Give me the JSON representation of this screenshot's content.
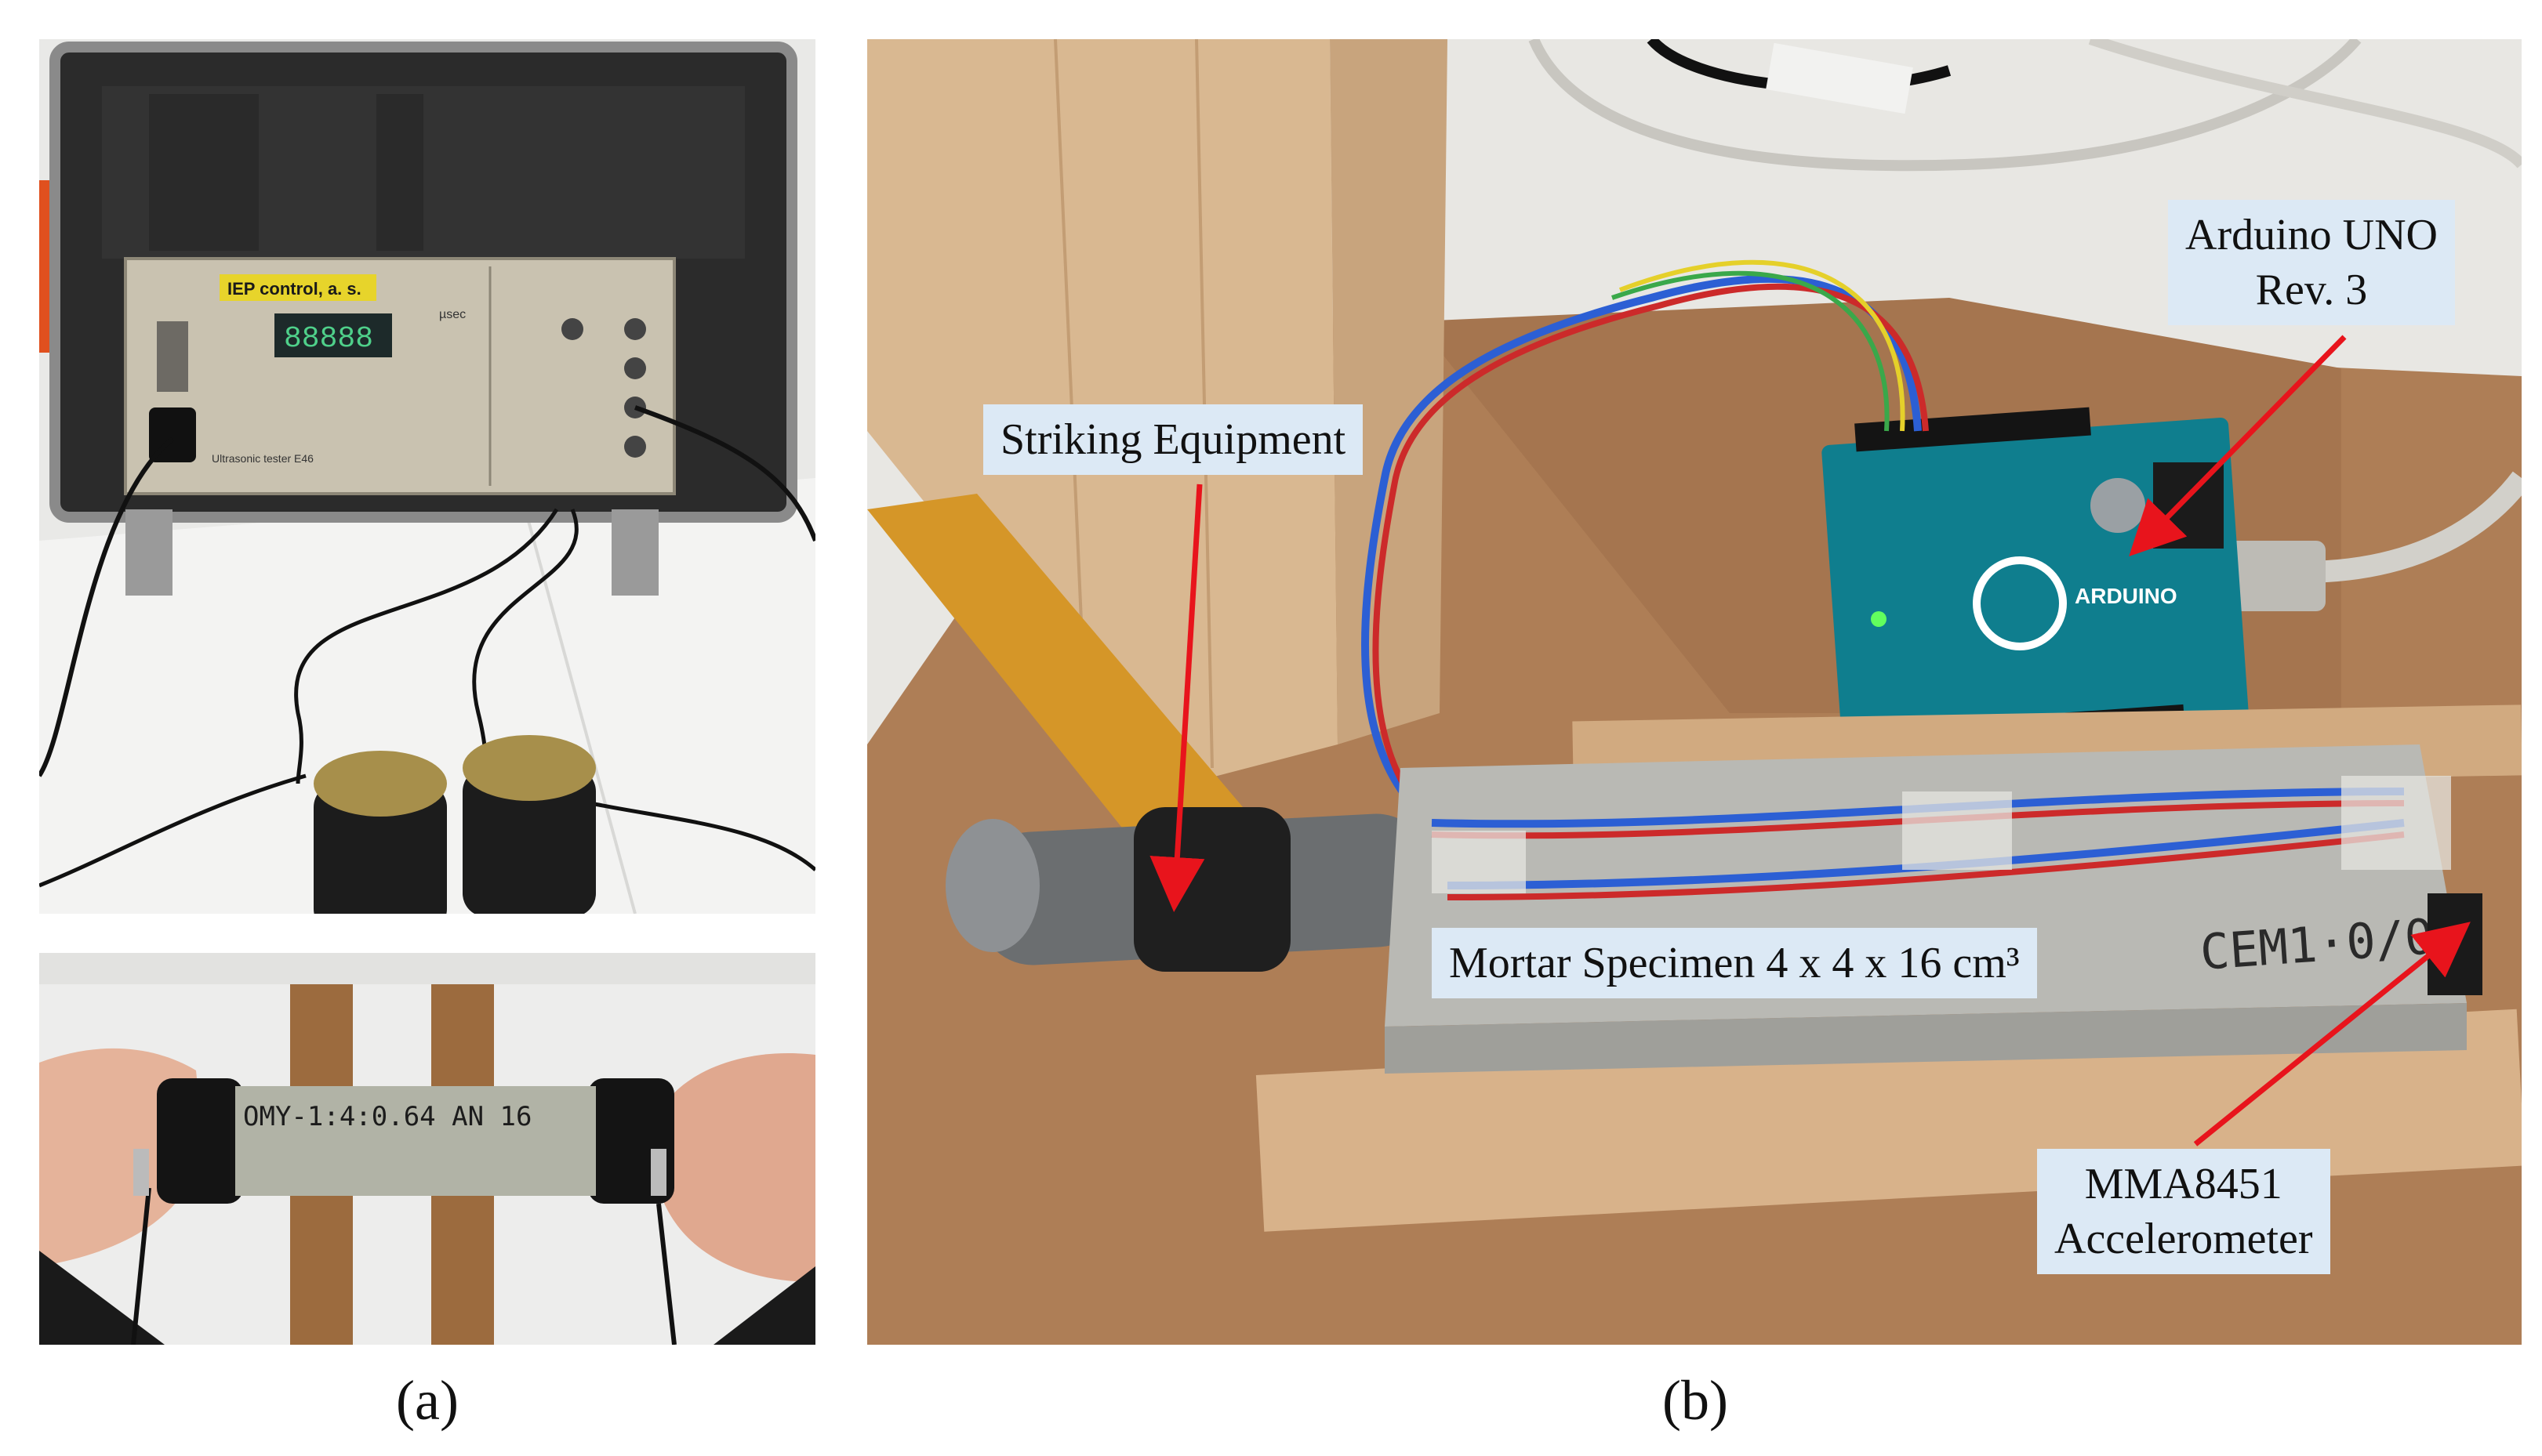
{
  "figure": {
    "panel_a_caption": "(a)",
    "panel_b_caption": "(b)"
  },
  "photo_a_top": {
    "device_brand": "IEP control, a. s.",
    "device_display": "88888",
    "device_model": "Ultrasonic tester E46",
    "device_unit": "µsec"
  },
  "photo_a_bottom": {
    "specimen_marking": "OMY-1:4:0.64 AN 16"
  },
  "photo_b": {
    "specimen_marking": "CEM1·0/0",
    "board_label": "ARDUINO"
  },
  "labels": {
    "striking_equipment": "Striking Equipment",
    "arduino_line1": "Arduino UNO",
    "arduino_line2": "Rev. 3",
    "mortar_specimen": "Mortar Specimen 4 x 4 x 16 cm³",
    "accelerometer_line1": "MMA8451",
    "accelerometer_line2": "Accelerometer"
  },
  "colors": {
    "callout_background": "#dce9f5",
    "arrow": "#e8141c"
  }
}
